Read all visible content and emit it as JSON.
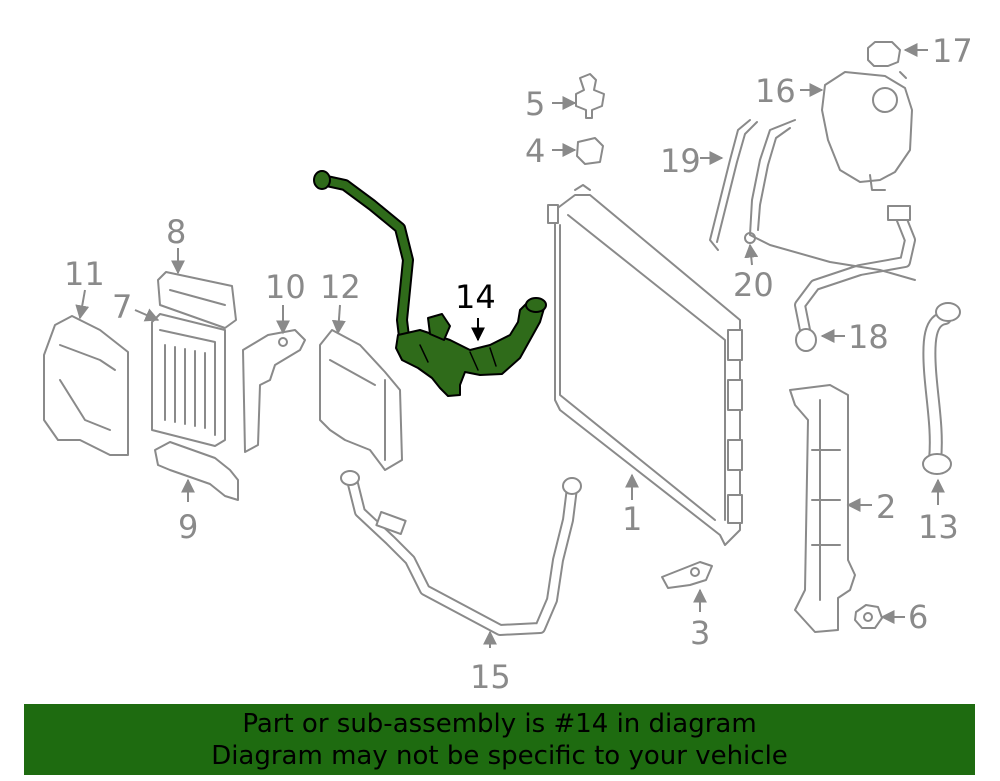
{
  "callouts": {
    "c1": "1",
    "c2": "2",
    "c3": "3",
    "c4": "4",
    "c5": "5",
    "c6": "6",
    "c7": "7",
    "c8": "8",
    "c9": "9",
    "c10": "10",
    "c11": "11",
    "c12": "12",
    "c13": "13",
    "c14": "14",
    "c15": "15",
    "c16": "16",
    "c17": "17",
    "c18": "18",
    "c19": "19",
    "c20": "20"
  },
  "highlight": {
    "part_number": "14",
    "color": "#2f6b1a"
  },
  "banner": {
    "line1": "Part or sub-assembly is #14 in diagram",
    "line2": "Diagram may not be specific to your vehicle",
    "background": "#1e6b10"
  }
}
